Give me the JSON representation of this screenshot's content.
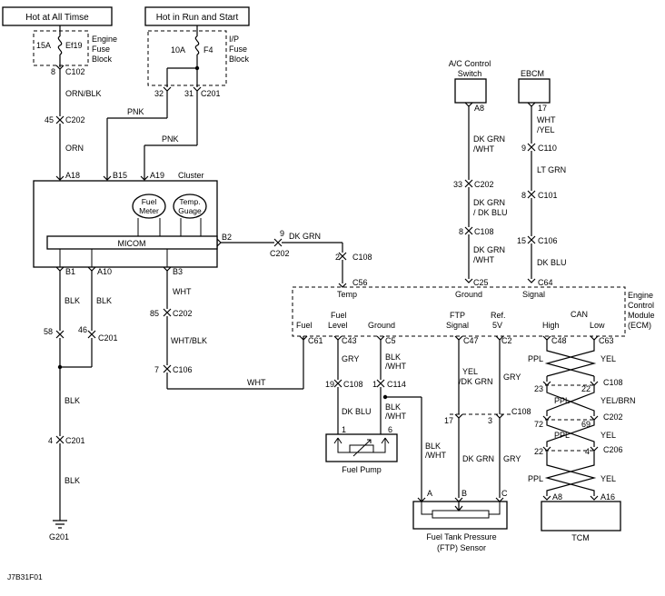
{
  "sources": {
    "hot_all": "Hot at All Timse",
    "hot_run": "Hot in Run and Start"
  },
  "fuse_blocks": {
    "engine": {
      "fuse_rating": "15A",
      "fuse_name": "Ef19",
      "label_1": "Engine",
      "label_2": "Fuse",
      "label_3": "Block"
    },
    "ip": {
      "fuse_rating": "10A",
      "fuse_name": "F4",
      "label_1": "I/P",
      "label_2": "Fuse",
      "label_3": "Block"
    }
  },
  "modules": {
    "cluster": "Cluster",
    "micom": "MICOM",
    "fuel_meter_1": "Fuel",
    "fuel_meter_2": "Meter",
    "temp_gauge_1": "Temp.",
    "temp_gauge_2": "Guage",
    "ac_switch_1": "A/C Control",
    "ac_switch_2": "Switch",
    "ebcm": "EBCM",
    "ecm_1": "Engine",
    "ecm_2": "Control",
    "ecm_3": "Module",
    "ecm_4": "(ECM)",
    "fuel_pump": "Fuel Pump",
    "ftp_1": "Fuel Tank Pressure",
    "ftp_2": "(FTP) Sensor",
    "tcm": "TCM"
  },
  "ecm_terminals": {
    "temp": "Temp",
    "ground_top": "Ground",
    "signal": "Signal",
    "fuel": "Fuel",
    "fuel_level_1": "Fuel",
    "fuel_level_2": "Level",
    "ground": "Ground",
    "ftp_1": "FTP",
    "ftp_2": "Signal",
    "ref_1": "Ref.",
    "ref_2": "5V",
    "can": "CAN",
    "high": "High",
    "low": "Low"
  },
  "pins": {
    "c102_pin": "8",
    "c102": "C102",
    "c202_45": "45",
    "c202_a": "C202",
    "a18": "A18",
    "b15": "B15",
    "a19": "A19",
    "p32": "32",
    "p31": "31",
    "c201_top": "C201",
    "b2": "B2",
    "b1": "B1",
    "a10": "A10",
    "b3": "B3",
    "c202_9": "9",
    "c202_b": "C202",
    "c108_2": "2",
    "c108_a": "C108",
    "c56": "C56",
    "a8": "A8",
    "p17": "17",
    "c202_33": "33",
    "c202_c": "C202",
    "c110_9": "9",
    "c110": "C110",
    "c101_8": "8",
    "c101": "C101",
    "c108_8": "8",
    "c108_b": "C108",
    "c106_15": "15",
    "c106_a": "C106",
    "c25": "C25",
    "c64": "C64",
    "c201_58": "58",
    "c201_46": "46",
    "c201_mid": "C201",
    "c202_85": "85",
    "c202_d": "C202",
    "c106_7": "7",
    "c106_b": "C106",
    "c201_4": "4",
    "c201_bot": "C201",
    "g201": "G201",
    "c61": "C61",
    "c43": "C43",
    "c5": "C5",
    "c47": "C47",
    "c2": "C2",
    "c48": "C48",
    "c63": "C63",
    "c108_19": "19",
    "c108_c": "C108",
    "c114_1": "1",
    "c114": "C114",
    "fp_1": "1",
    "fp_6": "6",
    "c108_17": "17",
    "c108_3": "3",
    "c108_d": "C108",
    "ftp_a": "A",
    "ftp_b": "B",
    "ftp_c": "C",
    "c108_23": "23",
    "c108_22": "22",
    "c108_e": "C108",
    "c202_72": "72",
    "c202_69": "69",
    "c202_e": "C202",
    "c206_22": "22",
    "c206_4": "4",
    "c206": "C206",
    "a8_tcm": "A8",
    "a16": "A16"
  },
  "wires": {
    "orn_blk": "ORN/BLK",
    "orn": "ORN",
    "pnk_1": "PNK",
    "pnk_2": "PNK",
    "dk_grn_b2": "DK GRN",
    "dk_grn_wht_1": "DK GRN",
    "dk_grn_wht_1b": "/WHT",
    "dk_grn_dk_blu_1": "DK GRN",
    "dk_grn_dk_blu_2": "/ DK BLU",
    "dk_grn_wht_2": "DK GRN",
    "dk_grn_wht_2b": "/WHT",
    "wht_yel_1": "WHT",
    "wht_yel_2": "/YEL",
    "lt_grn": "LT GRN",
    "dk_blu_ebcm": "DK BLU",
    "blk_1": "BLK",
    "blk_2": "BLK",
    "blk_3": "BLK",
    "blk_4": "BLK",
    "wht": "WHT",
    "wht_blk": "WHT/BLK",
    "wht_bottom": "WHT",
    "gry_1": "GRY",
    "dk_blu_pump": "DK BLU",
    "blk_wht_1": "BLK",
    "blk_wht_1b": "/WHT",
    "blk_wht_2": "BLK",
    "blk_wht_2b": "/WHT",
    "blk_wht_3": "BLK",
    "blk_wht_3b": "/WHT",
    "yel_dk_grn_1": "YEL",
    "yel_dk_grn_2": "/DK GRN",
    "gry_2": "GRY",
    "dk_grn_ftp": "DK GRN",
    "gry_3": "GRY",
    "ppl_1": "PPL",
    "yel_1": "YEL",
    "ppl_2": "PPL",
    "yel_brn": "YEL/BRN",
    "ppl_3": "PPL",
    "yel_2": "YEL",
    "ppl_4": "PPL",
    "yel_3": "YEL"
  },
  "diagram_id": "J7B31F01"
}
